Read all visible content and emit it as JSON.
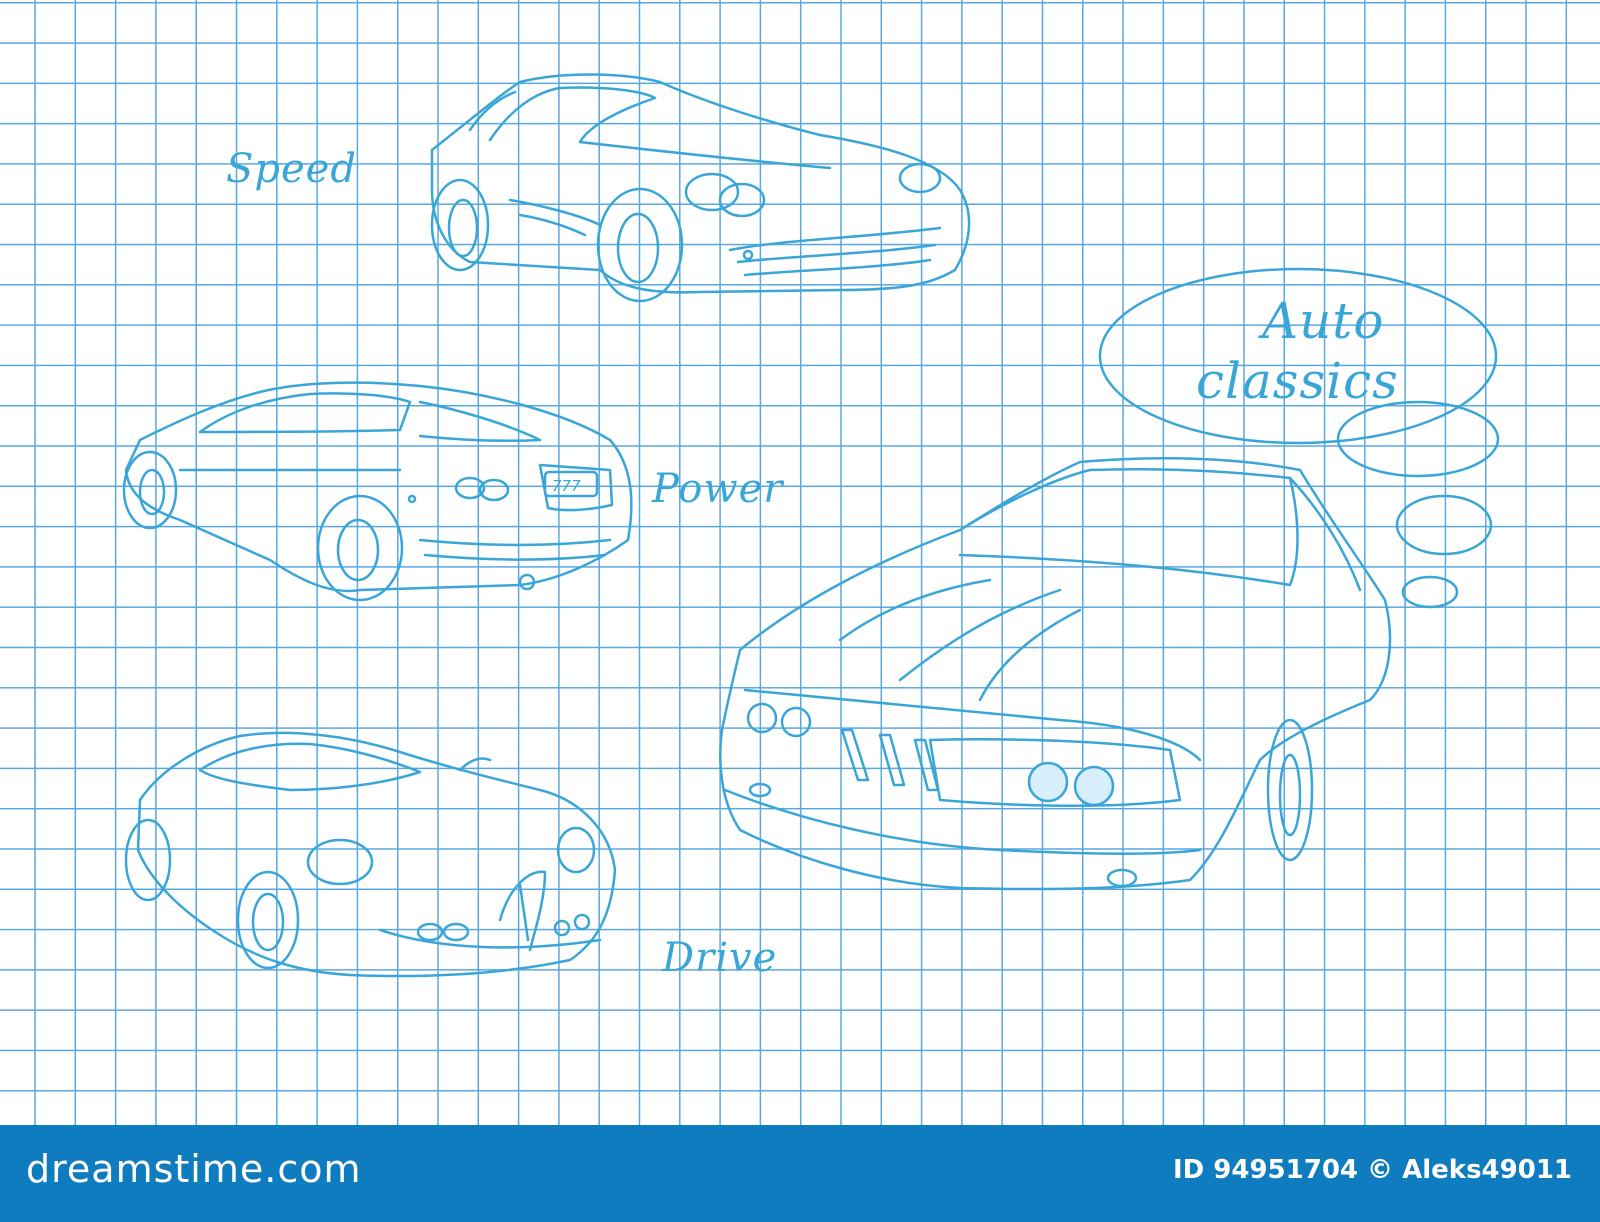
{
  "illustration": {
    "labels": {
      "speed": "Speed",
      "power": "Power",
      "drive": "Drive",
      "bubble_line1": "Auto",
      "bubble_line2": "classics"
    },
    "plate_text": "777",
    "line_color": "#3aa6d8",
    "grid_color": "#5aa7e0"
  },
  "footer": {
    "brand": "dreamstime.com",
    "credit": "ID 94951704 © Aleks49011",
    "background": "#0f7cbf"
  }
}
